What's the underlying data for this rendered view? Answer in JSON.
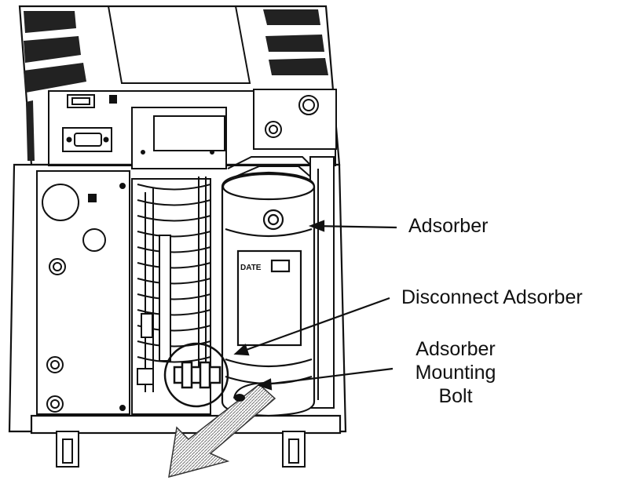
{
  "labels": {
    "adsorber": "Adsorber",
    "disconnect": "Disconnect Adsorber",
    "mounting_bolt": [
      "Adsorber",
      "Mounting",
      "Bolt"
    ],
    "date_tag": "DATE"
  },
  "colors": {
    "line": "#111111",
    "background": "#ffffff",
    "hatch": "#888888"
  }
}
